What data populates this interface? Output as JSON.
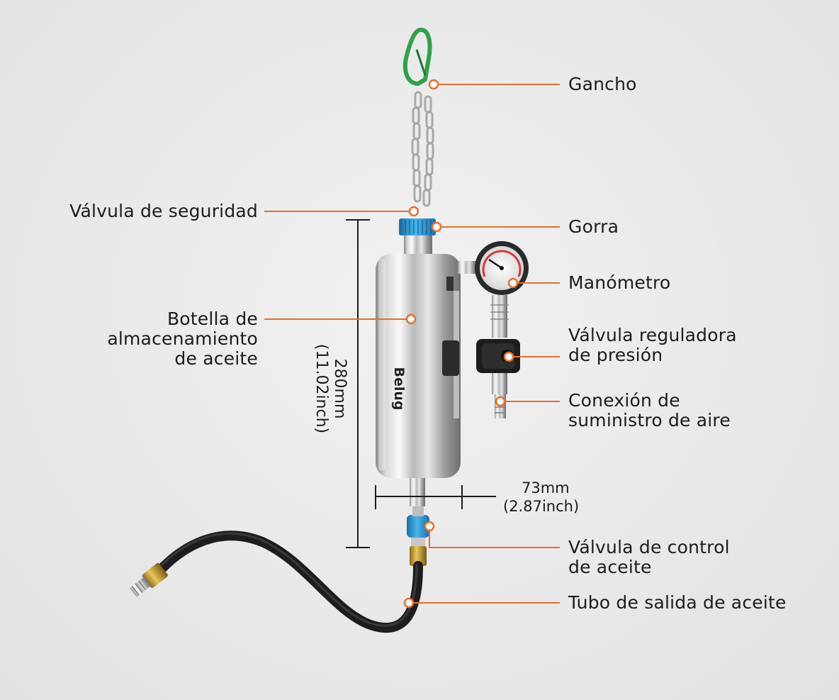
{
  "brand_text": "Belug",
  "labels": {
    "gancho": "Gancho",
    "valvula_seguridad": "Válvula de seguridad",
    "gorra": "Gorra",
    "manometro": "Manómetro",
    "botella": "Botella de\nalmacenamiento\nde aceite",
    "valvula_reguladora": "Válvula reguladora\nde presión",
    "conexion_aire": "Conexión de\nsuministro de aire",
    "valvula_control": "Válvula de control\nde aceite",
    "tubo_salida": "Tubo de salida de aceite"
  },
  "dimensions": {
    "height": "280mm\n(11.02inch)",
    "width_mm": "73mm",
    "width_inch": "(2.87inch)"
  },
  "colors": {
    "leader": "#e8702a",
    "text": "#1c1c1c",
    "cap": "#2a9bd6",
    "hook": "#2fa14a"
  }
}
